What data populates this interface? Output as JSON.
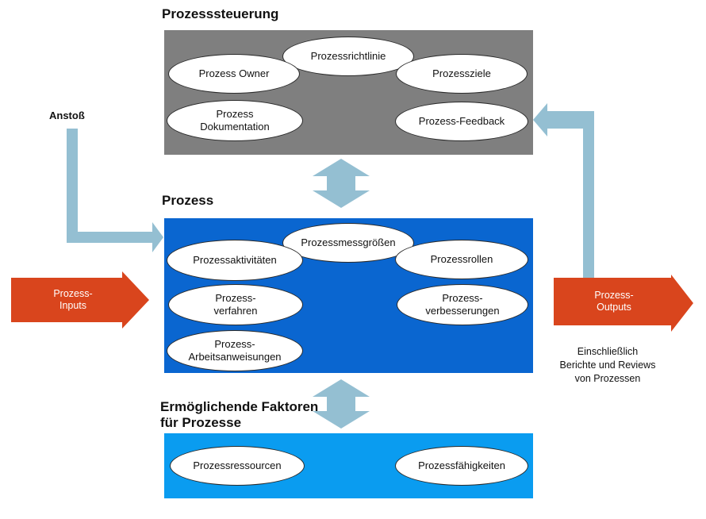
{
  "sections": {
    "governance": {
      "title": "Prozesssteuerung",
      "items": [
        "Prozessrichtlinie",
        "Prozess Owner",
        "Prozessziele",
        "Prozess\nDokumentation",
        "Prozess-Feedback"
      ]
    },
    "process": {
      "title": "Prozess",
      "items": [
        "Prozessmessgrößen",
        "Prozessaktivitäten",
        "Prozessrollen",
        "Prozess-\nverfahren",
        "Prozess-\nverbesserungen",
        "Prozess-\nArbeitsanweisungen"
      ]
    },
    "enablers": {
      "title": "Ermöglichende Faktoren\nfür Prozesse",
      "items": [
        "Prozessressourcen",
        "Prozessfähigkeiten"
      ]
    }
  },
  "trigger": "Anstoß",
  "inputs": "Prozess-\nInputs",
  "outputs": "Prozess-\nOutputs",
  "outputs_note": "Einschließlich\nBerichte und Reviews\nvon Prozessen",
  "colors": {
    "governance_panel": "#7f7f7f",
    "process_panel": "#0a66d0",
    "enablers_panel": "#0a9cf0",
    "io_arrow": "#d9451d",
    "connector": "#94bfd2"
  }
}
